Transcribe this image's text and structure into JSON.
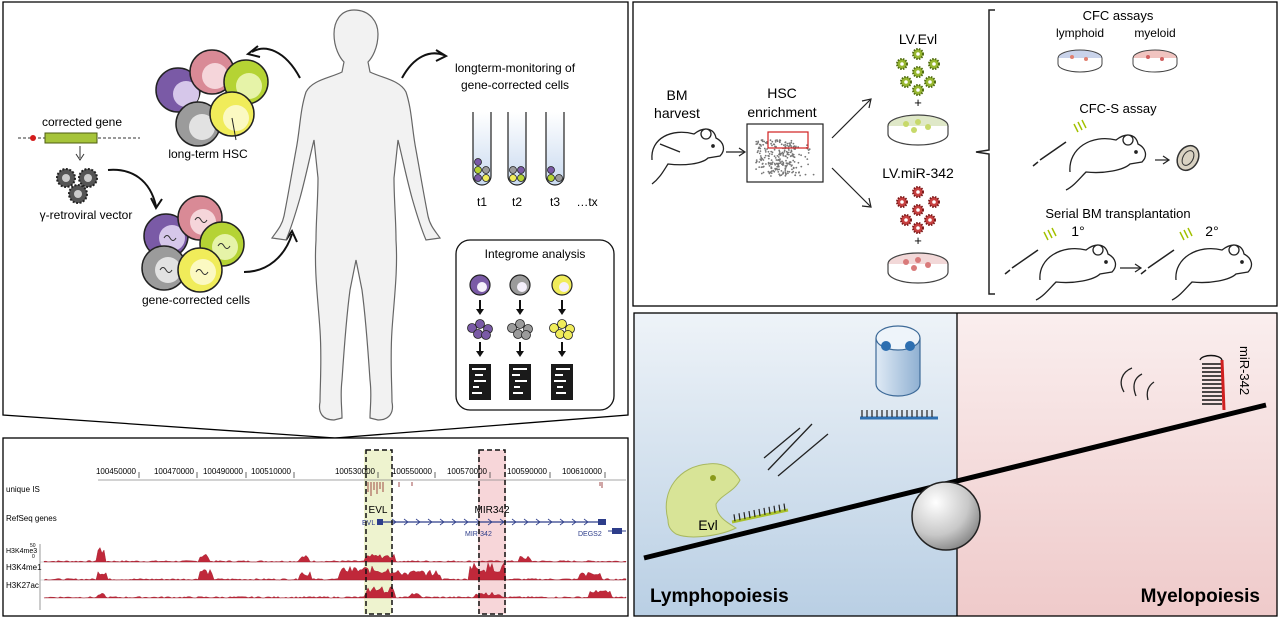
{
  "panel_a": {
    "corrected_gene": "corrected gene",
    "vector": "γ-retroviral vector",
    "long_term_hsc": "long-term HSC",
    "gene_corrected_cells": "gene-corrected cells",
    "monitoring_line1": "longterm-monitoring of",
    "monitoring_line2": "gene-corrected cells",
    "tube_labels": [
      "t1",
      "t2",
      "t3",
      "…tx"
    ],
    "integrome_title": "Integrome analysis"
  },
  "panel_b": {
    "bm_line1": "BM",
    "bm_line2": "harvest",
    "hsc_line1": "HSC",
    "hsc_line2": "enrichment",
    "lv_evl": "LV.Evl",
    "lv_mir": "LV.miR-342",
    "plus": "+",
    "cfc_title": "CFC assays",
    "lymphoid": "lymphoid",
    "myeloid": "myeloid",
    "cfcs": "CFC-S assay",
    "serial": "Serial BM transplantation",
    "first": "1°",
    "second": "2°"
  },
  "panel_c": {
    "coords": [
      "100450000",
      "100470000",
      "100490000",
      "100510000",
      "100530000",
      "100550000",
      "100570000",
      "100590000",
      "100610000"
    ],
    "track_unique": "unique IS",
    "track_refseq": "RefSeq genes",
    "track_h3k4me3": "H3K4me3",
    "track_h3k4me1": "H3K4me1",
    "track_h3k27ac": "H3K27ac",
    "evl_label": "EVL",
    "mir_label": "MIR342",
    "evl_small": "EVL",
    "mir_small": "MIR-342",
    "degs_small": "DEGS2",
    "scale_top": "50",
    "scale_bottom": "0"
  },
  "panel_d": {
    "lympho": "Lymphopoiesis",
    "myelo": "Myelopoiesis",
    "evl": "Evl",
    "mir": "miR-342"
  },
  "colors": {
    "purple": "#7a5aa6",
    "pink": "#d98a96",
    "green": "#b5d334",
    "gray": "#9b9b9b",
    "yellow": "#f0ec5a",
    "peak": "#c0283a",
    "lympho_bg": "#cddbe9",
    "myelo_bg": "#f3dbdb"
  }
}
